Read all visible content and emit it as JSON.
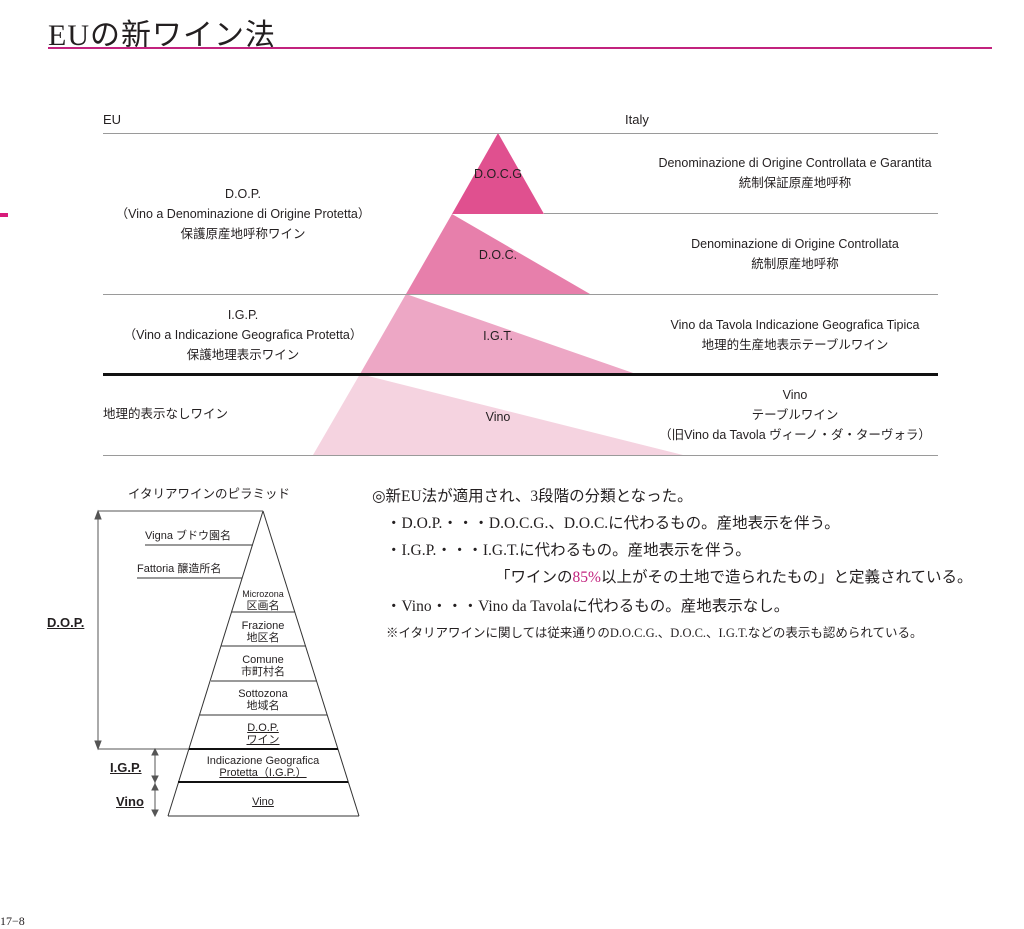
{
  "title": "EUの新ワイン法",
  "table": {
    "header_left": "EU",
    "header_right": "Italy",
    "eu": {
      "dop": [
        "D.O.P.",
        "（Vino a Denominazione di Origine Protetta）",
        "保護原産地呼称ワイン"
      ],
      "igp": [
        "I.G.P.",
        "（Vino a Indicazione Geografica Protetta）",
        "保護地理表示ワイン"
      ],
      "vino": "地理的表示なしワイン"
    },
    "pyramid": [
      "D.O.C.G",
      "D.O.C.",
      "I.G.T.",
      "Vino"
    ],
    "italy": {
      "docg": [
        "Denominazione di Origine Controllata e Garantita",
        "統制保証原産地呼称"
      ],
      "doc": [
        "Denominazione di Origine Controllata",
        "統制原産地呼称"
      ],
      "igt": [
        "Vino da Tavola Indicazione Geografica Tipica",
        "地理的生産地表示テーブルワイン"
      ],
      "vino": [
        "Vino",
        "テーブルワイン",
        "（旧Vino da Tavola ヴィーノ・ダ・ターヴォラ）"
      ]
    },
    "colors": {
      "docg": "#e0508f",
      "doc": "#e77fab",
      "igt": "#eda7c5",
      "vino": "#f5d3e0"
    }
  },
  "small_pyramid": {
    "title": "イタリアワインのピラミッド",
    "levels": [
      [
        "Vigna ブドウ園名"
      ],
      [
        "Fattoria 醸造所名"
      ],
      [
        "Microzona",
        "区画名"
      ],
      [
        "Frazione",
        "地区名"
      ],
      [
        "Comune",
        "市町村名"
      ],
      [
        "Sottozona",
        "地域名"
      ],
      [
        "D.O.P.",
        "ワイン"
      ],
      [
        "Indicazione Geografica",
        "Protetta（I.G.P.）"
      ],
      [
        "Vino"
      ]
    ],
    "side_labels": {
      "dop": "D.O.P.",
      "igp": "I.G.P.",
      "vino": "Vino"
    }
  },
  "text": {
    "line1": "◎新EU法が適用され、3段階の分類となった。",
    "line2": "・D.O.P.・・・D.O.C.G.、D.O.C.に代わるもの。産地表示を伴う。",
    "line3": "・I.G.P.・・・I.G.T.に代わるもの。産地表示を伴う。",
    "line4_pre": "「ワインの",
    "line4_num": "85%",
    "line4_post": "以上がその土地で造られたもの」と定義されている。",
    "line5": "・Vino・・・Vino da Tavolaに代わるもの。産地表示なし。",
    "note": "※イタリアワインに関しては従来通りのD.O.C.G.、D.O.C.、I.G.T.などの表示も認められている。"
  },
  "page_number": "17−8"
}
